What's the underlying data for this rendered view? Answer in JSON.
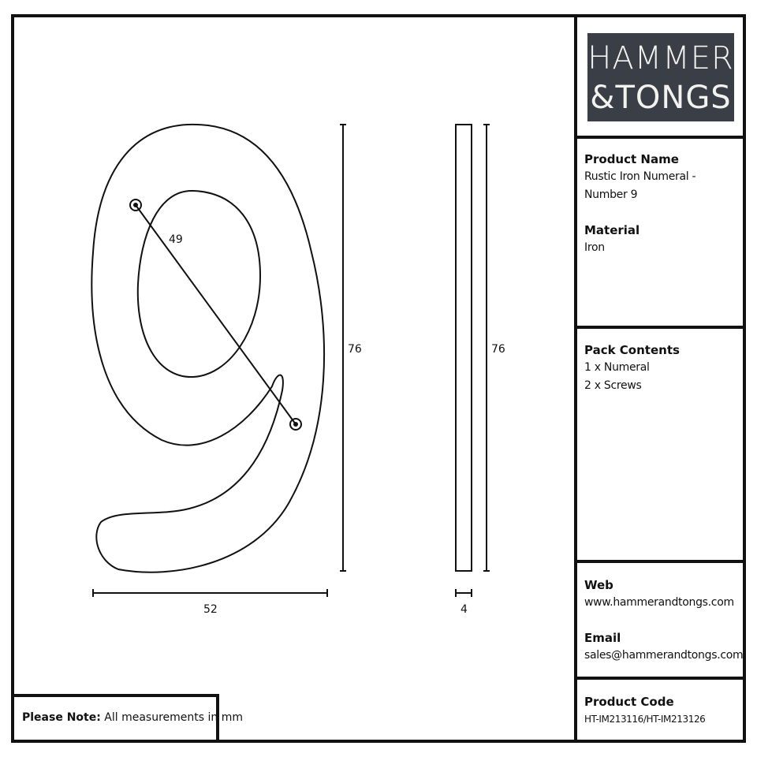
{
  "logo": {
    "line1": "HAMMER",
    "line2": "&TONGS"
  },
  "product": {
    "name_label": "Product Name",
    "name_line1": "Rustic Iron Numeral -",
    "name_line2": "Number 9",
    "material_label": "Material",
    "material": "Iron"
  },
  "pack": {
    "label": "Pack Contents",
    "items": [
      "1 x Numeral",
      "2 x Screws"
    ]
  },
  "contact": {
    "web_label": "Web",
    "web": "www.hammerandtongs.com",
    "email_label": "Email",
    "email": "sales@hammerandtongs.com"
  },
  "code": {
    "label": "Product Code",
    "value": "HT-IM213116/HT-IM213126"
  },
  "note": {
    "prefix": "Please Note:",
    "text": " All measurements in mm"
  },
  "dimensions": {
    "hole_spacing": "49",
    "height_front": "76",
    "height_side": "76",
    "width": "52",
    "thickness": "4"
  },
  "colors": {
    "logo_bg": "#3a3f47",
    "logo_fg": "#f2f2ee",
    "line": "#111111"
  }
}
